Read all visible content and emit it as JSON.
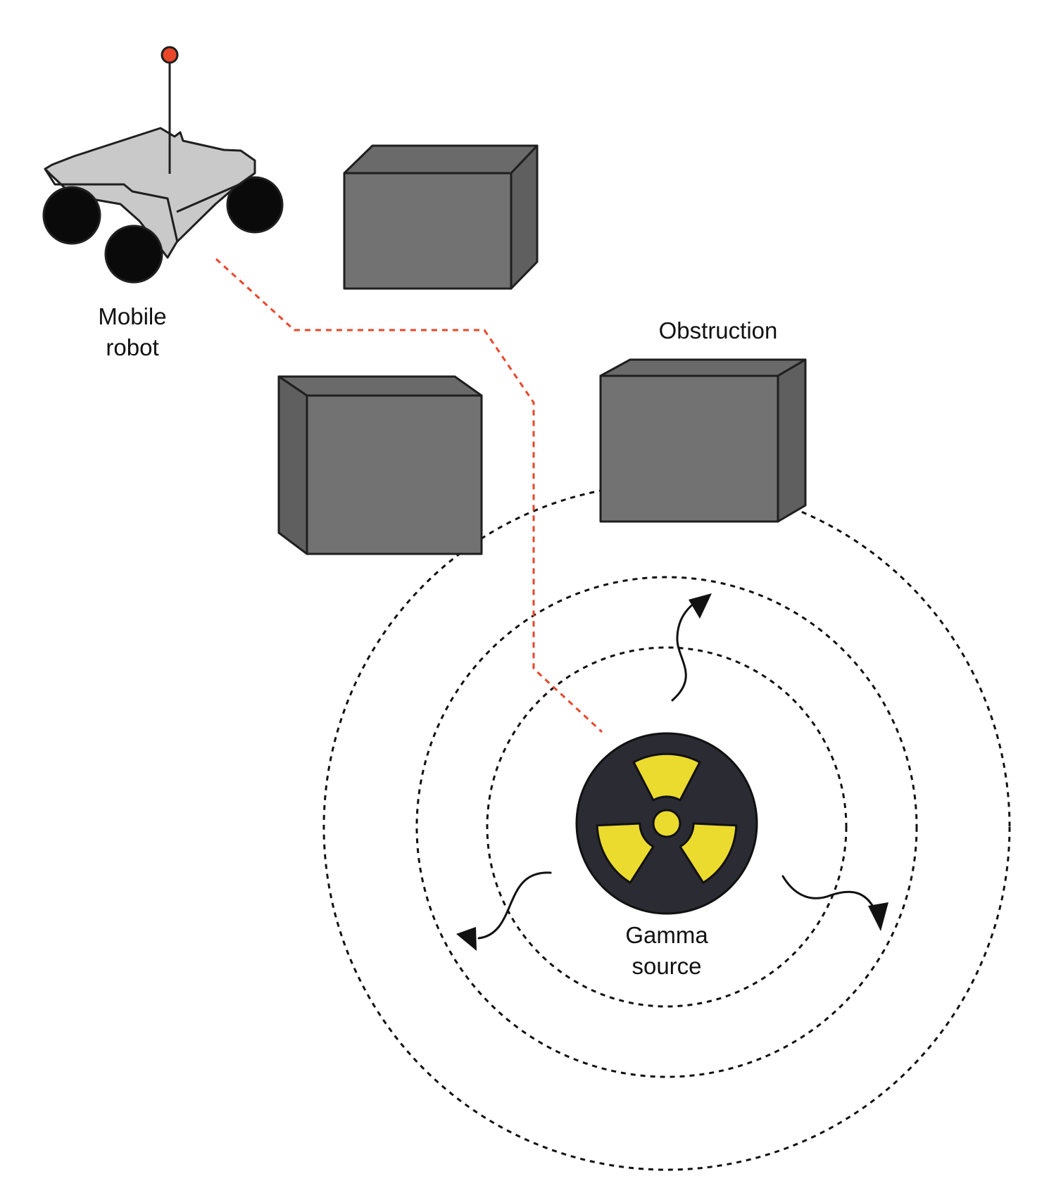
{
  "labels": {
    "robot_line1": "Mobile",
    "robot_line2": "robot",
    "obstruction": "Obstruction",
    "source_line1": "Gamma",
    "source_line2": "source"
  },
  "colors": {
    "background": "#ffffff",
    "outline": "#1f1f1f",
    "robot_body": "#c9c9c9",
    "wheel": "#0a0a0a",
    "antenna_tip": "#e8472a",
    "path": "#e8472a",
    "box_front": "#727272",
    "box_side": "#5f5f5f",
    "box_top": "#6a6a6a",
    "radiation_disc": "#2b2b33",
    "radiation_yellow": "#ecdb2f",
    "wave_rings": "#111111"
  },
  "icons": {
    "robot": "mobile-robot-icon",
    "source": "radiation-trefoil-icon",
    "emission": "wavy-arrow-icon"
  }
}
